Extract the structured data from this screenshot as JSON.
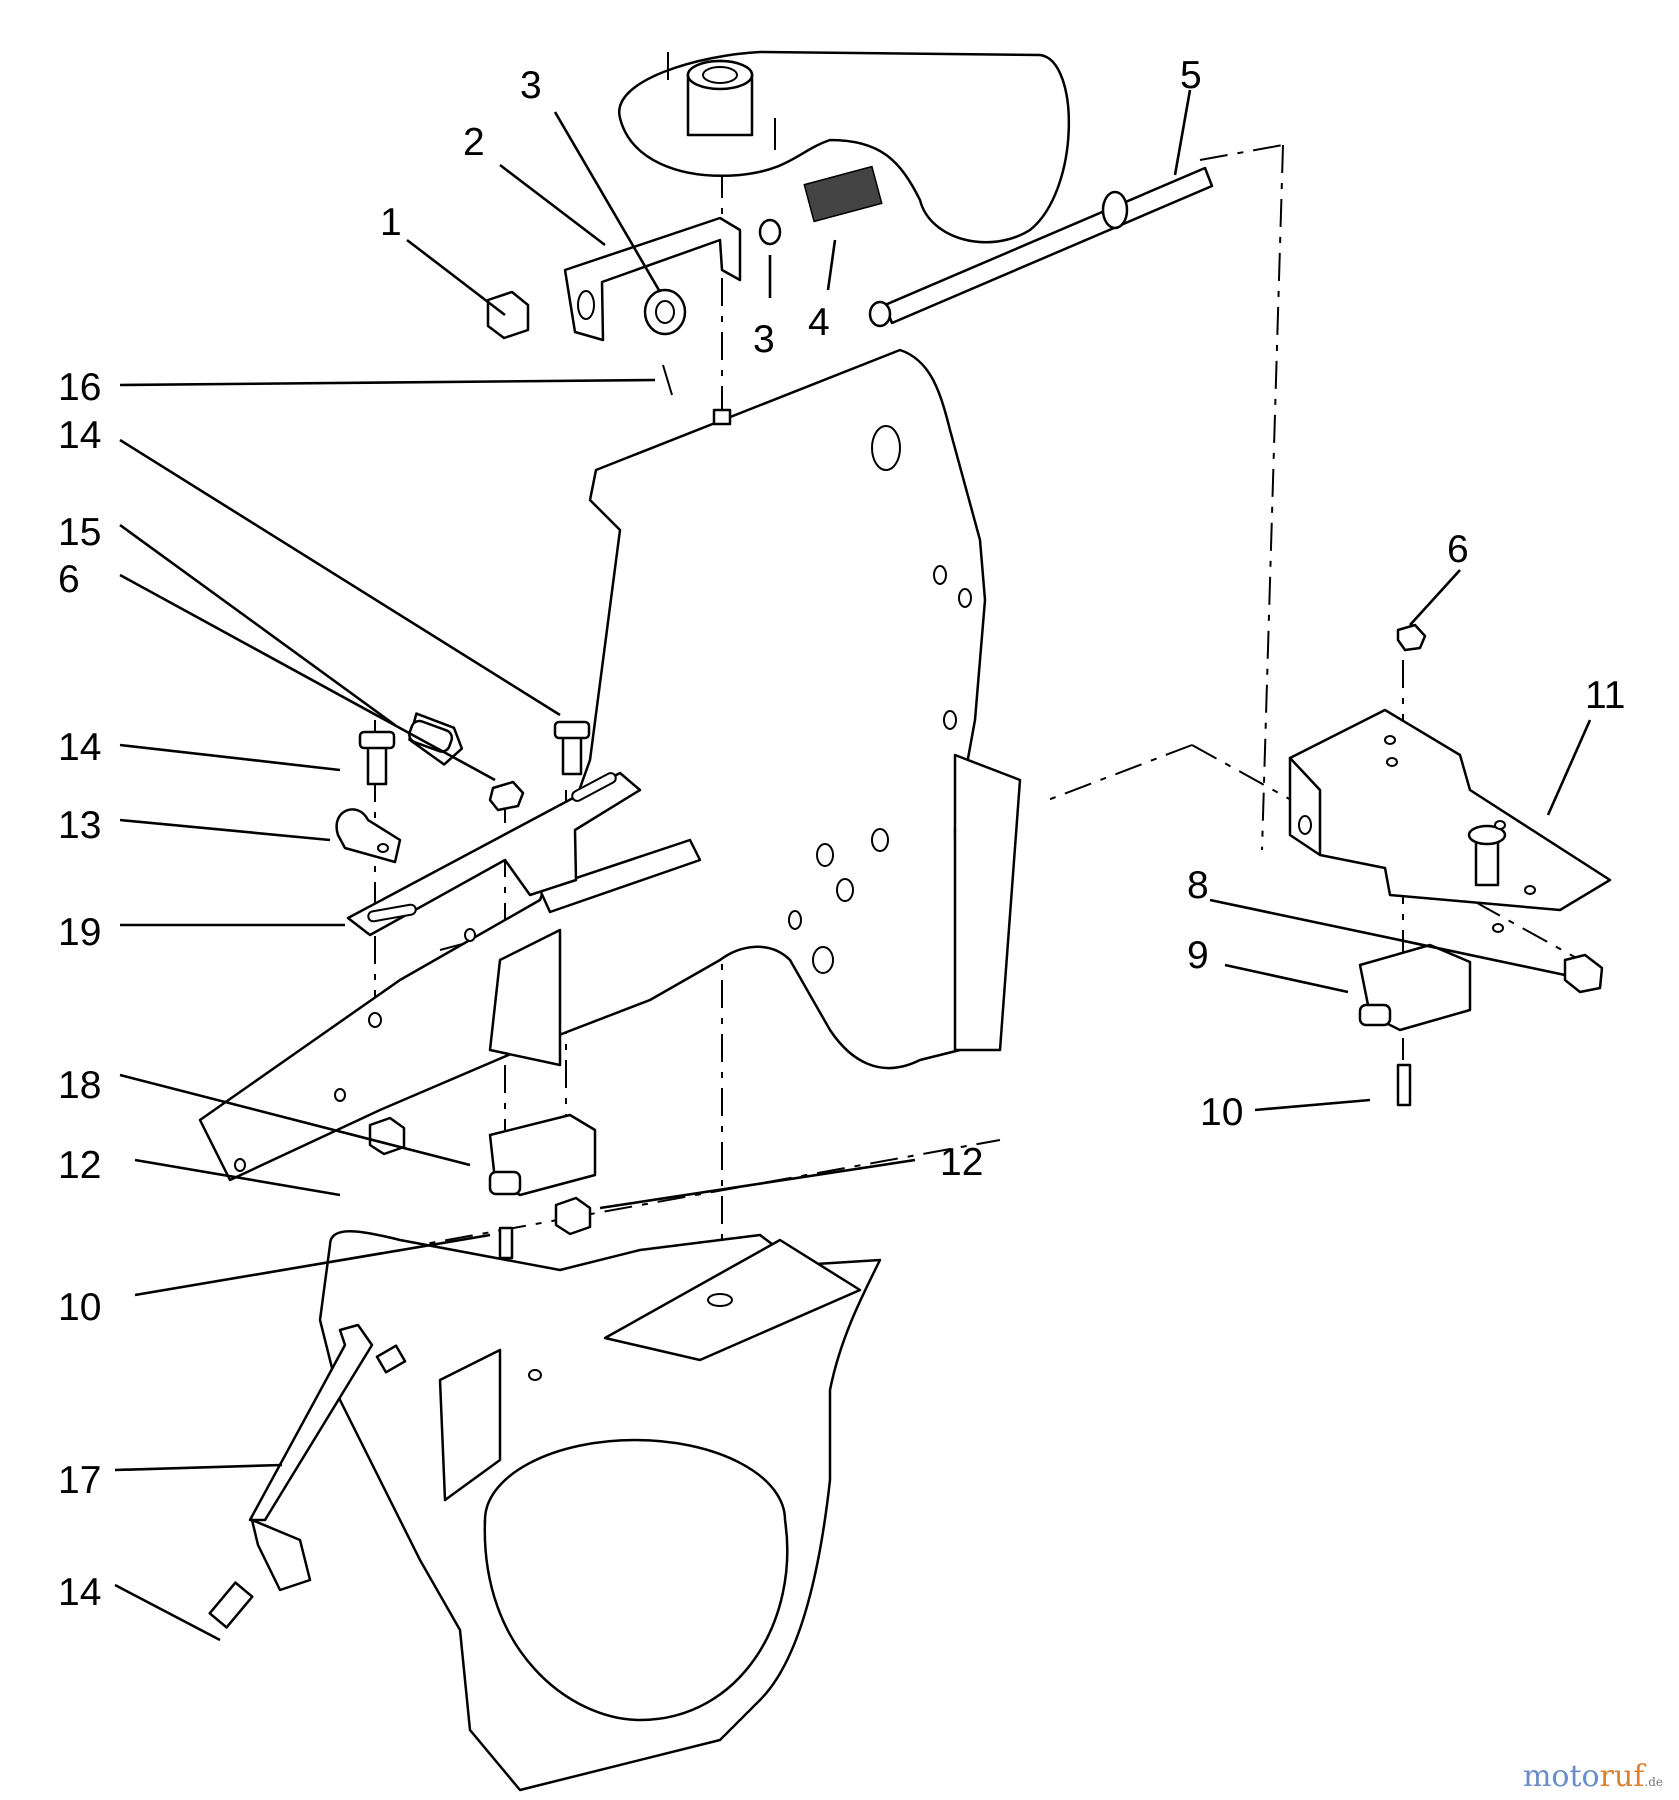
{
  "callouts": [
    {
      "id": "c1",
      "text": "1"
    },
    {
      "id": "c2",
      "text": "2"
    },
    {
      "id": "c3a",
      "text": "3"
    },
    {
      "id": "c3b",
      "text": "3"
    },
    {
      "id": "c4",
      "text": "4"
    },
    {
      "id": "c5",
      "text": "5"
    },
    {
      "id": "c16",
      "text": "16"
    },
    {
      "id": "c14a",
      "text": "14"
    },
    {
      "id": "c15",
      "text": "15"
    },
    {
      "id": "c6a",
      "text": "6"
    },
    {
      "id": "c14b",
      "text": "14"
    },
    {
      "id": "c13",
      "text": "13"
    },
    {
      "id": "c19",
      "text": "19"
    },
    {
      "id": "c18",
      "text": "18"
    },
    {
      "id": "c12a",
      "text": "12"
    },
    {
      "id": "c12b",
      "text": "12"
    },
    {
      "id": "c10a",
      "text": "10"
    },
    {
      "id": "c17",
      "text": "17"
    },
    {
      "id": "c14c",
      "text": "14"
    },
    {
      "id": "c6b",
      "text": "6"
    },
    {
      "id": "c11",
      "text": "11"
    },
    {
      "id": "c8",
      "text": "8"
    },
    {
      "id": "c9",
      "text": "9"
    },
    {
      "id": "c10b",
      "text": "10"
    }
  ],
  "watermark": {
    "part1": "moto",
    "part2": "ruf",
    "suffix": ".de"
  }
}
